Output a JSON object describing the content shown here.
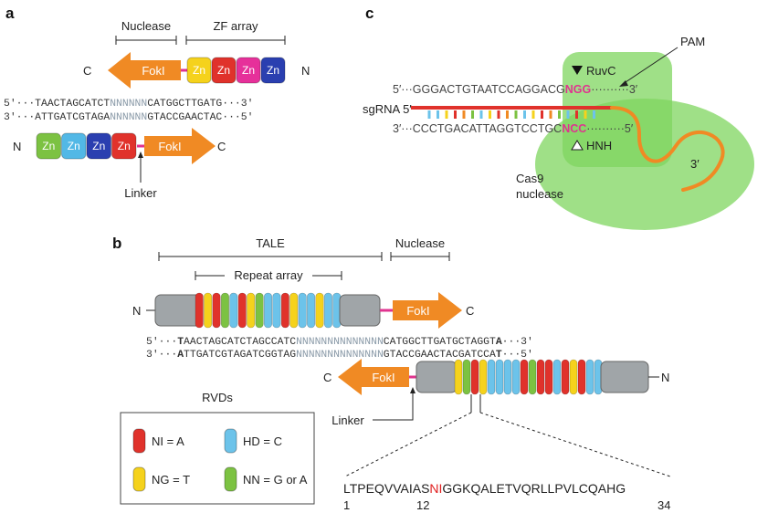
{
  "panels": {
    "a": "a",
    "b": "b",
    "c": "c"
  },
  "a": {
    "nuclease_label": "Nuclease",
    "zf_array_label": "ZF array",
    "c_label": "C",
    "n_label": "N",
    "foki_label": "FokI",
    "zn_label": "Zn",
    "seq_top_prefix": "5′···TAACTAGCATCT",
    "seq_top_n": "NNNNNN",
    "seq_top_suffix": "CATGGCTTGATG···3′",
    "seq_bot_prefix": "3′···ATTGATCGTAGA",
    "seq_bot_n": "NNNNNN",
    "seq_bot_suffix": "GTACCGAACTAC···5′",
    "linker_label": "Linker",
    "top_zn_colors": [
      "#f5d21c",
      "#e0322b",
      "#e6309a",
      "#2a3fb0"
    ],
    "bottom_zn_colors": [
      "#7cc242",
      "#52b8e6",
      "#2a3fb0",
      "#e0322b"
    ]
  },
  "b": {
    "tale_label": "TALE",
    "nuclease_label": "Nuclease",
    "repeat_array_label": "Repeat array",
    "n_label": "N",
    "c_label": "C",
    "foki_label": "FokI",
    "seq_top_prefix": "5′···",
    "seq_top_bold1": "T",
    "seq_top_mid": "AACTAGCATCTAGCCATC",
    "seq_top_n": "NNNNNNNNNNNNNN",
    "seq_top_suffix": "CATGGCTTGATGCTAGGT",
    "seq_top_bold2": "A",
    "seq_top_end": "···3′",
    "seq_bot_prefix": "3′···",
    "seq_bot_bold1": "A",
    "seq_bot_mid": "TTGATCGTAGATCGGTAG",
    "seq_bot_n": "NNNNNNNNNNNNNN",
    "seq_bot_suffix": "GTACCGAACTACGATCCA",
    "seq_bot_bold2": "T",
    "seq_bot_end": "···5′",
    "linker_label": "Linker",
    "rvds_title": "RVDs",
    "rvd_legend": [
      {
        "text": "NI = A",
        "color": "#e0322b"
      },
      {
        "text": "HD = C",
        "color": "#6cc3ea"
      },
      {
        "text": "NG = T",
        "color": "#f5d21c"
      },
      {
        "text": "NN = G or A",
        "color": "#7cc242"
      }
    ],
    "top_repeat_colors": [
      "#e0322b",
      "#f5d21c",
      "#e0322b",
      "#7cc242",
      "#6cc3ea",
      "#e0322b",
      "#f5d21c",
      "#7cc242",
      "#6cc3ea",
      "#6cc3ea",
      "#e0322b",
      "#f5d21c",
      "#6cc3ea",
      "#6cc3ea",
      "#f5d21c",
      "#6cc3ea",
      "#6cc3ea"
    ],
    "bottom_repeat_colors": [
      "#f5d21c",
      "#7cc242",
      "#e0322b",
      "#f5d21c",
      "#6cc3ea",
      "#6cc3ea",
      "#6cc3ea",
      "#6cc3ea",
      "#e0322b",
      "#7cc242",
      "#e0322b",
      "#e0322b",
      "#6cc3ea",
      "#e0322b",
      "#f5d21c",
      "#e0322b",
      "#6cc3ea",
      "#6cc3ea"
    ],
    "peptide_pre": "LTPEQVVAIAS",
    "peptide_rvd": "NI",
    "peptide_post": "GGKQALETVQRLLPVLCQAHG",
    "pos_1": "1",
    "pos_12": "12",
    "pos_34": "34"
  },
  "c": {
    "pam_label": "PAM",
    "ruvc_label": "RuvC",
    "hnh_label": "HNH",
    "sgrna_label": "sgRNA 5′",
    "seq_top_prefix": "5′···GGGACTGTAATCCAGGACG",
    "seq_top_pam": "NGG",
    "seq_top_end": "··········3′",
    "seq_bot_prefix": "3′···CCCTGACATTAGGTCCTGC",
    "seq_bot_pam": "NCC",
    "seq_bot_end": "··········5′",
    "three_prime": "3′",
    "cas9_line1": "Cas9",
    "cas9_line2": "nuclease",
    "colors": {
      "green": "#7fd65f",
      "rna": "#e0322b",
      "tail": "#f08a24",
      "pam": "#e0338f"
    }
  }
}
